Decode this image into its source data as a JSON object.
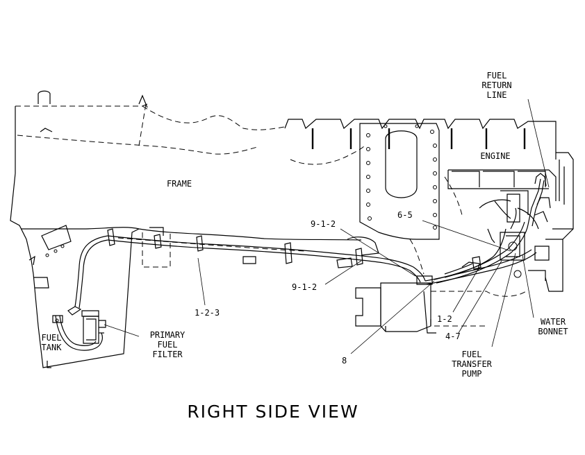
{
  "labels": {
    "frame": "FRAME",
    "engine": "ENGINE",
    "fuel_return_line": [
      "FUEL",
      "RETURN",
      "LINE"
    ],
    "callout_9_1_2_top": "9-1-2",
    "callout_6_5": "6-5",
    "callout_9_1_2_bottom": "9-1-2",
    "callout_1_2_3": "1-2-3",
    "callout_1_2": "1-2",
    "callout_4_7": "4-7",
    "callout_8": "8",
    "fuel_tank": [
      "FUEL",
      "TANK"
    ],
    "primary_fuel_filter": [
      "PRIMARY",
      "FUEL",
      "FILTER"
    ],
    "fuel_transfer_pump": [
      "FUEL",
      "TRANSFER",
      "PUMP"
    ],
    "water_bonnet": [
      "WATER",
      "BONNET"
    ]
  },
  "title": "RIGHT SIDE VIEW"
}
